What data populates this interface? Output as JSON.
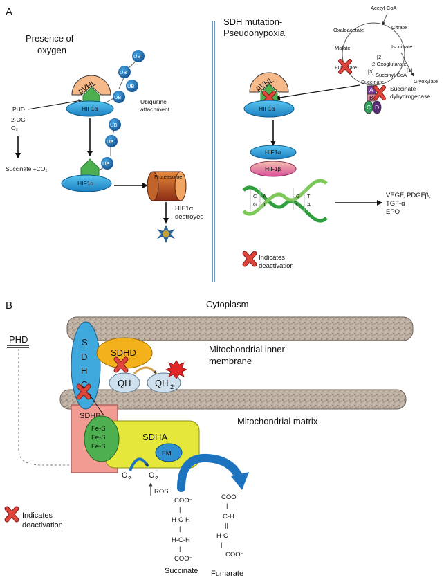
{
  "panel_a": {
    "label": "A",
    "left_title": [
      "Presence of",
      "oxygen"
    ],
    "right_title": [
      "SDH mutation-",
      "Pseudohypoxia"
    ],
    "pvhl": "pVHL",
    "hif1a": "HIF1α",
    "hif1b": "HIF1β",
    "ub": "UB",
    "phd": "PHD",
    "two_og": "2-OG",
    "o2": "O₂",
    "succinate_co2": "Succinate +CO₂",
    "ubiquitine": [
      "Ubiquitine",
      "attachment"
    ],
    "proteasome": "Proteasome",
    "destroyed": [
      "HIF1α",
      "destroyed"
    ],
    "targets": [
      "VEGF, PDGFβ,",
      "TGF-α",
      "EPO"
    ],
    "legend": [
      "Indicates",
      "deactivation"
    ],
    "dna_letters": [
      "C",
      "G",
      "A",
      "T",
      "G",
      "C",
      "T",
      "A"
    ],
    "cycle": {
      "acetyl_coa": "Acetyl-CoA",
      "citrate": "Citrate",
      "oxaloacetate": "Oxaloacetate",
      "isocitrate": "Isocitrate",
      "malate": "Malate",
      "two_oxo": "2-Oxoglutarate",
      "succinyl": "Succinyl-CoA",
      "fumarate": "Fumarate",
      "succinate": "Succinate",
      "glyoxylate": "Glyoxylate",
      "step1": "[1]",
      "step2": "[2]",
      "step3": "[3]"
    },
    "sdh_subunits": [
      "A",
      "B",
      "C",
      "D"
    ],
    "sdh_label": [
      "Succinate",
      "dyhydrogenase"
    ]
  },
  "panel_b": {
    "label": "B",
    "cytoplasm": "Cytoplasm",
    "inner_membrane": [
      "Mitochondrial inner",
      "membrane"
    ],
    "matrix": "Mitochondrial matrix",
    "phd": "PHD",
    "sdhc": [
      "S",
      "D",
      "H",
      "C"
    ],
    "sdhd": "SDHD",
    "qh": "QH",
    "qh2": "QH",
    "qh2_sub": "2",
    "sdhb": "SDHB",
    "sdha": "SDHA",
    "fes": [
      "Fe-S",
      "Fe-S",
      "Fe-S"
    ],
    "fm": "FM",
    "o2": "O",
    "o2_sub": "2",
    "o2minus": "O",
    "o2minus_sub": "2",
    "o2minus_sup": "−",
    "ros": "ROS",
    "legend": [
      "Indicates",
      "deactivation"
    ],
    "succinate_formula": [
      "COO⁻",
      "|",
      "H-C-H",
      "|",
      "H-C-H",
      "|",
      "COO⁻"
    ],
    "fumarate_formula": [
      "COO⁻",
      "|",
      "C-H",
      "||",
      "H-C",
      "|",
      "COO⁻"
    ],
    "succinate": "Succinate",
    "fumarate": "Fumarate"
  },
  "colors": {
    "hif_fill": "#2aa0d8",
    "pvhl_fill": "#f6b98a",
    "green_phd": "#4caf50",
    "ub_fill": "#1f6fb0",
    "membrane": "#b8a898",
    "sdhc": "#3fa9de",
    "sdhd": "#f3b21b",
    "sdhb": "#f19b93",
    "sdha": "#e5e83a",
    "fes": "#4daf4f",
    "fm": "#2e8fd1",
    "arrow_blue": "#1e73be",
    "red_x": "#d9342b"
  }
}
